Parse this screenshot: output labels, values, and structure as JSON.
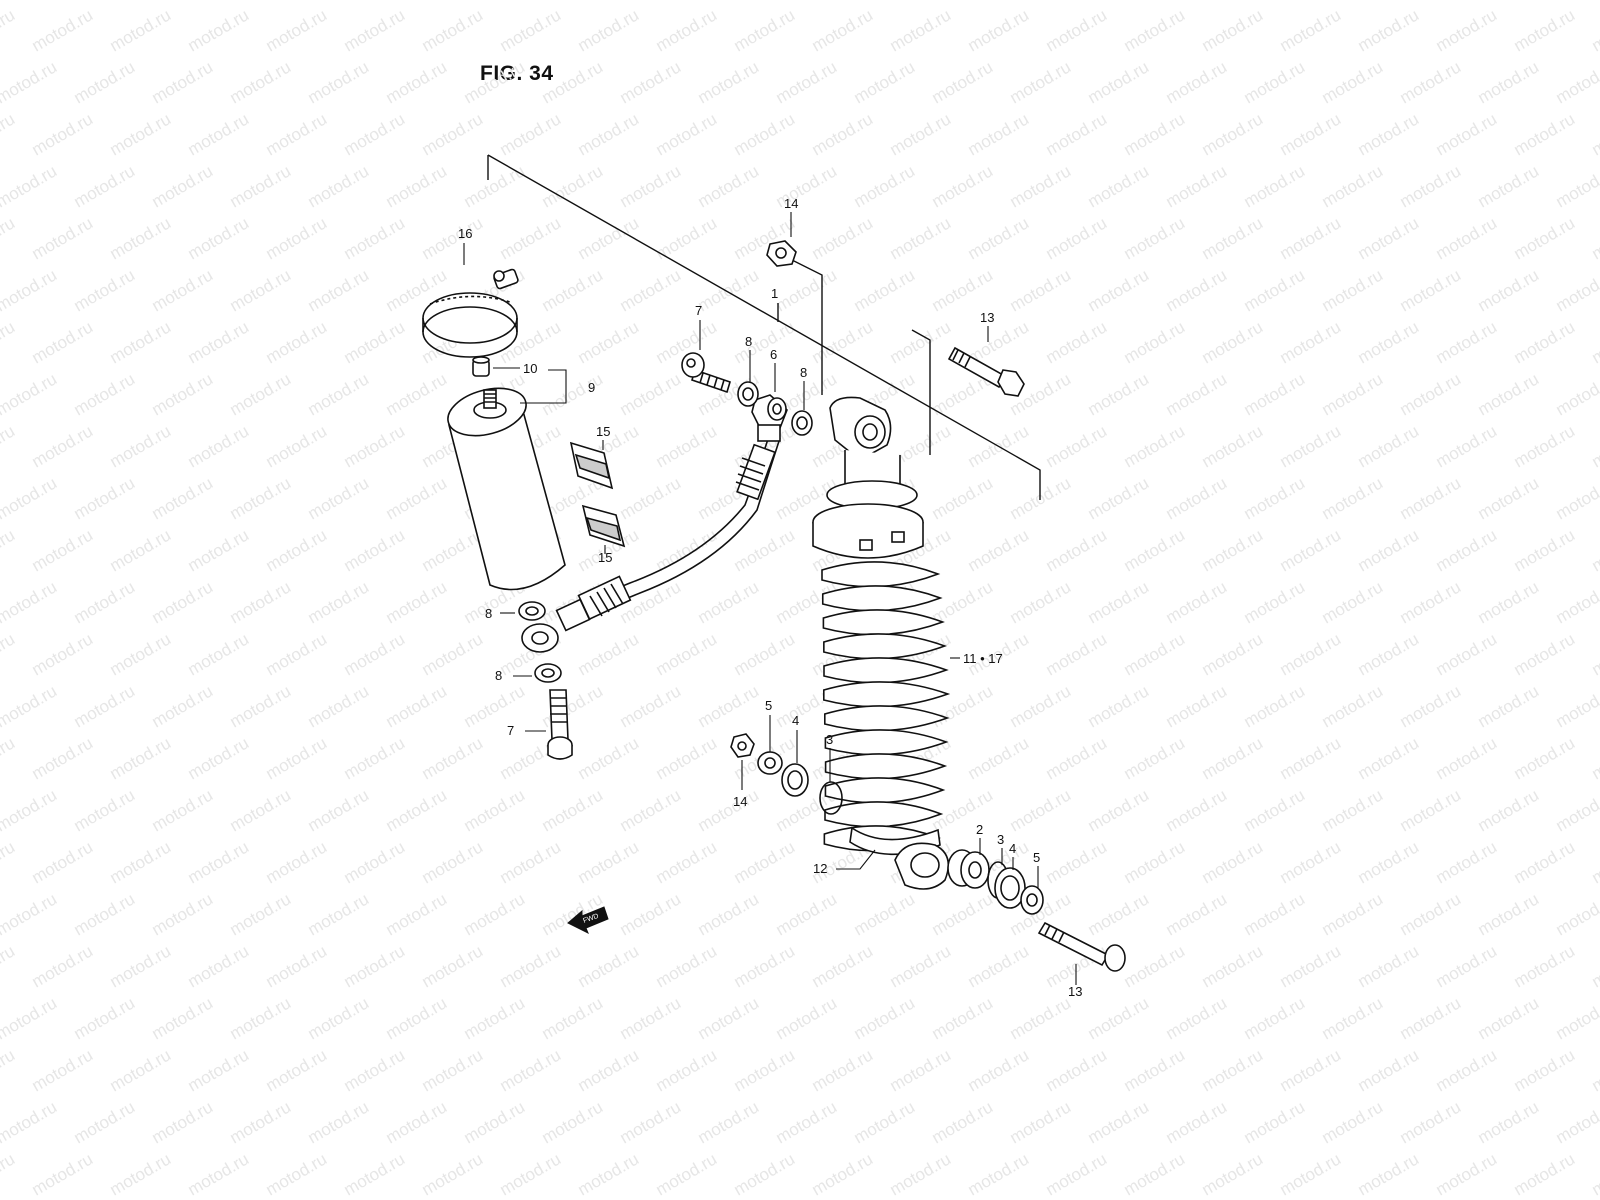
{
  "figure": {
    "title": "FIG. 34"
  },
  "watermark": {
    "text": "motod.ru"
  },
  "fwd_arrow": {
    "label": "FWD"
  },
  "callouts": [
    {
      "id": "c16",
      "text": "16"
    },
    {
      "id": "c14a",
      "text": "14"
    },
    {
      "id": "c1",
      "text": "1"
    },
    {
      "id": "c7a",
      "text": "7"
    },
    {
      "id": "c8a",
      "text": "8"
    },
    {
      "id": "c6",
      "text": "6"
    },
    {
      "id": "c8b",
      "text": "8"
    },
    {
      "id": "c13a",
      "text": "13"
    },
    {
      "id": "c10",
      "text": "10"
    },
    {
      "id": "c9",
      "text": "9"
    },
    {
      "id": "c15a",
      "text": "15"
    },
    {
      "id": "c15b",
      "text": "15"
    },
    {
      "id": "c8c",
      "text": "8"
    },
    {
      "id": "c8d",
      "text": "8"
    },
    {
      "id": "c7b",
      "text": "7"
    },
    {
      "id": "c11",
      "text": "11 • 17"
    },
    {
      "id": "c5a",
      "text": "5"
    },
    {
      "id": "c4a",
      "text": "4"
    },
    {
      "id": "c3a",
      "text": "3"
    },
    {
      "id": "c14b",
      "text": "14"
    },
    {
      "id": "c12",
      "text": "12"
    },
    {
      "id": "c2",
      "text": "2"
    },
    {
      "id": "c3b",
      "text": "3"
    },
    {
      "id": "c4b",
      "text": "4"
    },
    {
      "id": "c5b",
      "text": "5"
    },
    {
      "id": "c13b",
      "text": "13"
    }
  ]
}
